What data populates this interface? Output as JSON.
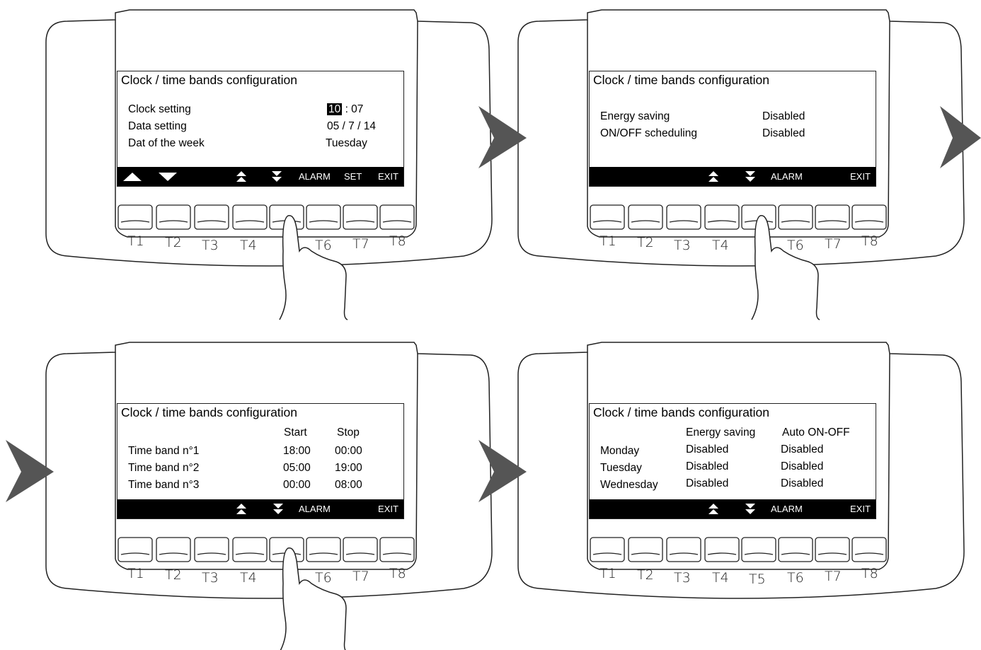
{
  "colors": {
    "arrow": "#555555",
    "outline": "#222222",
    "bar": "#000000"
  },
  "key_labels": [
    "T1",
    "T2",
    "T3",
    "T4",
    "T5",
    "T6",
    "T7",
    "T8"
  ],
  "panels": [
    {
      "title": "Clock / time bands configuration",
      "rows": [
        {
          "label": "Clock setting",
          "value_hl": "10",
          "value": ": 07"
        },
        {
          "label": "Data setting",
          "value": "05 / 7 / 14"
        },
        {
          "label": "Dat of the week",
          "value": "Tuesday"
        }
      ],
      "softkeys": {
        "up": "up-arrow",
        "down": "down-arrow",
        "page_up": "page-up",
        "page_down": "page-down",
        "alarm": "ALARM",
        "set": "SET",
        "exit": "EXIT"
      },
      "pressed_key": "T5"
    },
    {
      "title": "Clock / time bands configuration",
      "rows": [
        {
          "label": "Energy saving",
          "value": "Disabled"
        },
        {
          "label": "ON/OFF scheduling",
          "value": "Disabled"
        }
      ],
      "softkeys": {
        "alarm": "ALARM",
        "exit": "EXIT"
      },
      "pressed_key": "T5"
    },
    {
      "title": "Clock / time bands configuration",
      "headers": [
        "Start",
        "Stop"
      ],
      "rows": [
        {
          "label": "Time band n°1",
          "start": "18:00",
          "stop": "00:00"
        },
        {
          "label": "Time band n°2",
          "start": "05:00",
          "stop": "19:00"
        },
        {
          "label": "Time band n°3",
          "start": "00:00",
          "stop": "08:00"
        }
      ],
      "softkeys": {
        "alarm": "ALARM",
        "exit": "EXIT"
      },
      "pressed_key": "T5"
    },
    {
      "title": "Clock / time bands configuration",
      "headers": [
        "Energy saving",
        "Auto ON-OFF"
      ],
      "rows": [
        {
          "label": "Monday",
          "energy": "Disabled",
          "auto": "Disabled"
        },
        {
          "label": "Tuesday",
          "energy": "Disabled",
          "auto": "Disabled"
        },
        {
          "label": "Wednesday",
          "energy": "Disabled",
          "auto": "Disabled"
        }
      ],
      "softkeys": {
        "alarm": "ALARM",
        "exit": "EXIT"
      }
    }
  ]
}
